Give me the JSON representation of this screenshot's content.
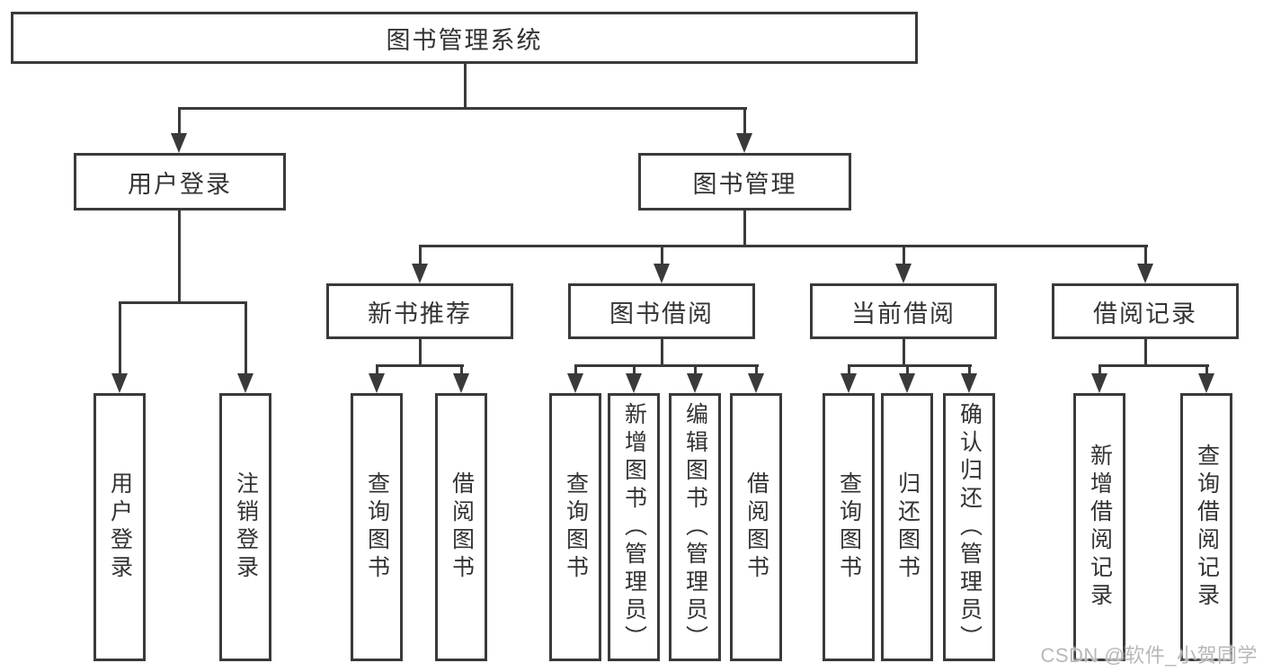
{
  "tree": {
    "root": {
      "label": "图书管理系统",
      "children": [
        {
          "label": "用户登录",
          "children": [
            {
              "label": "用户登录"
            },
            {
              "label": "注销登录"
            }
          ]
        },
        {
          "label": "图书管理",
          "children": [
            {
              "label": "新书推荐",
              "children": [
                {
                  "label": "查询图书"
                },
                {
                  "label": "借阅图书"
                }
              ]
            },
            {
              "label": "图书借阅",
              "children": [
                {
                  "label": "查询图书"
                },
                {
                  "label": "新增图书（管理员）"
                },
                {
                  "label": "编辑图书（管理员）"
                },
                {
                  "label": "借阅图书"
                }
              ]
            },
            {
              "label": "当前借阅",
              "children": [
                {
                  "label": "查询图书"
                },
                {
                  "label": "归还图书"
                },
                {
                  "label": "确认归还（管理员）"
                }
              ]
            },
            {
              "label": "借阅记录",
              "children": [
                {
                  "label": "新增借阅记录"
                },
                {
                  "label": "查询借阅记录"
                }
              ]
            }
          ]
        }
      ]
    }
  },
  "watermark": {
    "text": "CSDN @软件_小贺同学"
  },
  "colors": {
    "line": "#3a3a3a",
    "text": "#333333",
    "background": "#ffffff",
    "watermark": "#b8b8b8"
  }
}
